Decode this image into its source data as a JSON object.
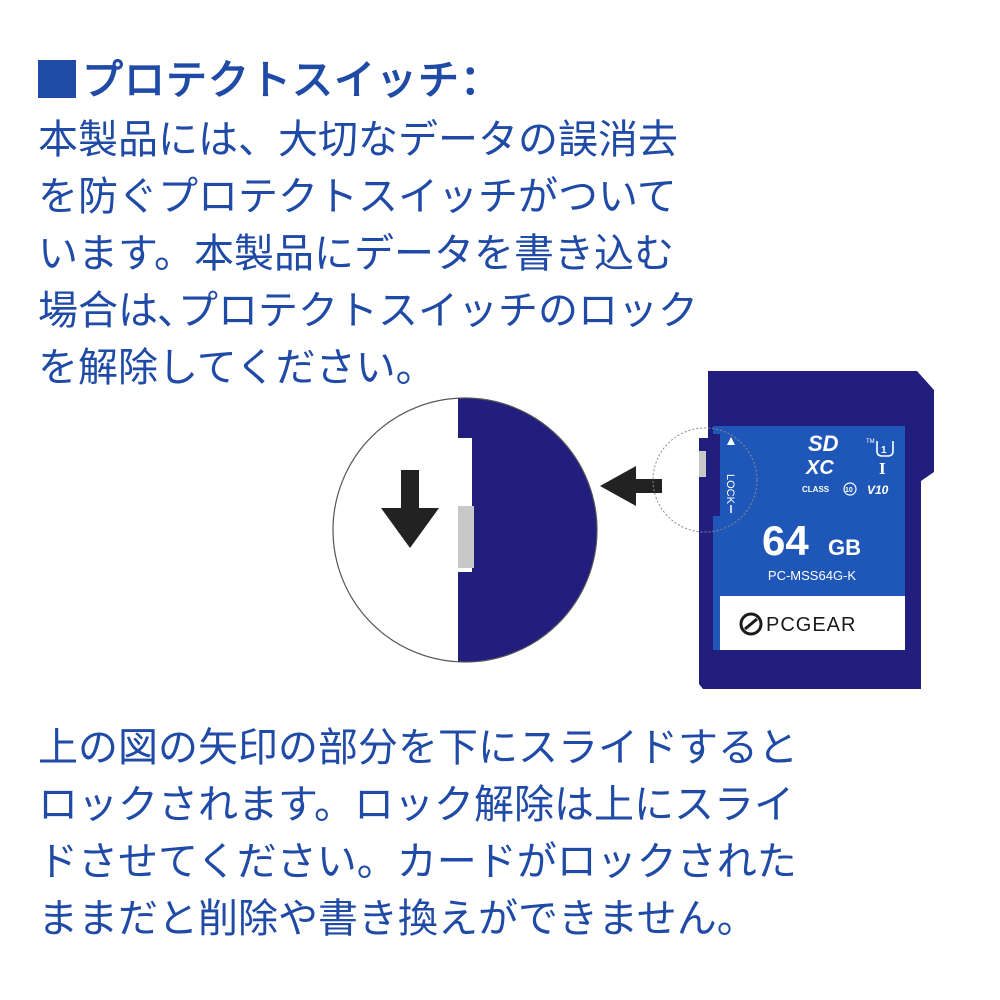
{
  "colors": {
    "accent": "#1f4aa6",
    "card_body": "#211e7e",
    "card_inner": "#1f57b8",
    "switch_gray": "#c8c8c8",
    "arrow": "#222222"
  },
  "heading": {
    "title": "プロテクトスイッチ："
  },
  "intro_lines": [
    "本製品には、大切なデータの誤消去",
    "を防ぐプロテクトスイッチがついて",
    "います。本製品にデータを書き込む",
    "場合は､プロテクトスイッチのロック",
    "を解除してください。"
  ],
  "instruction_lines": [
    "上の図の矢印の部分を下にスライドすると",
    "ロックされます。ロック解除は上にスライ",
    "ドさせてください。カードがロックされた",
    "ままだと削除や書き換えができません。"
  ],
  "card": {
    "logo_sd": "SD",
    "logo_xc": "XC",
    "tm": "TM",
    "uhs_num": "1",
    "uhs_bar": "I",
    "class_label": "CLASS",
    "class_num": "10",
    "v_class": "V10",
    "capacity": "64",
    "capacity_unit": "GB",
    "model": "PC-MSS64G-K",
    "brand": "PCGEAR",
    "lock_label": "LOCK",
    "icons": [
      "lock-up-arrow-icon",
      "pcgear-logo-icon"
    ]
  },
  "illustration": {
    "icons": [
      "down-arrow-icon",
      "left-arrow-icon"
    ]
  }
}
